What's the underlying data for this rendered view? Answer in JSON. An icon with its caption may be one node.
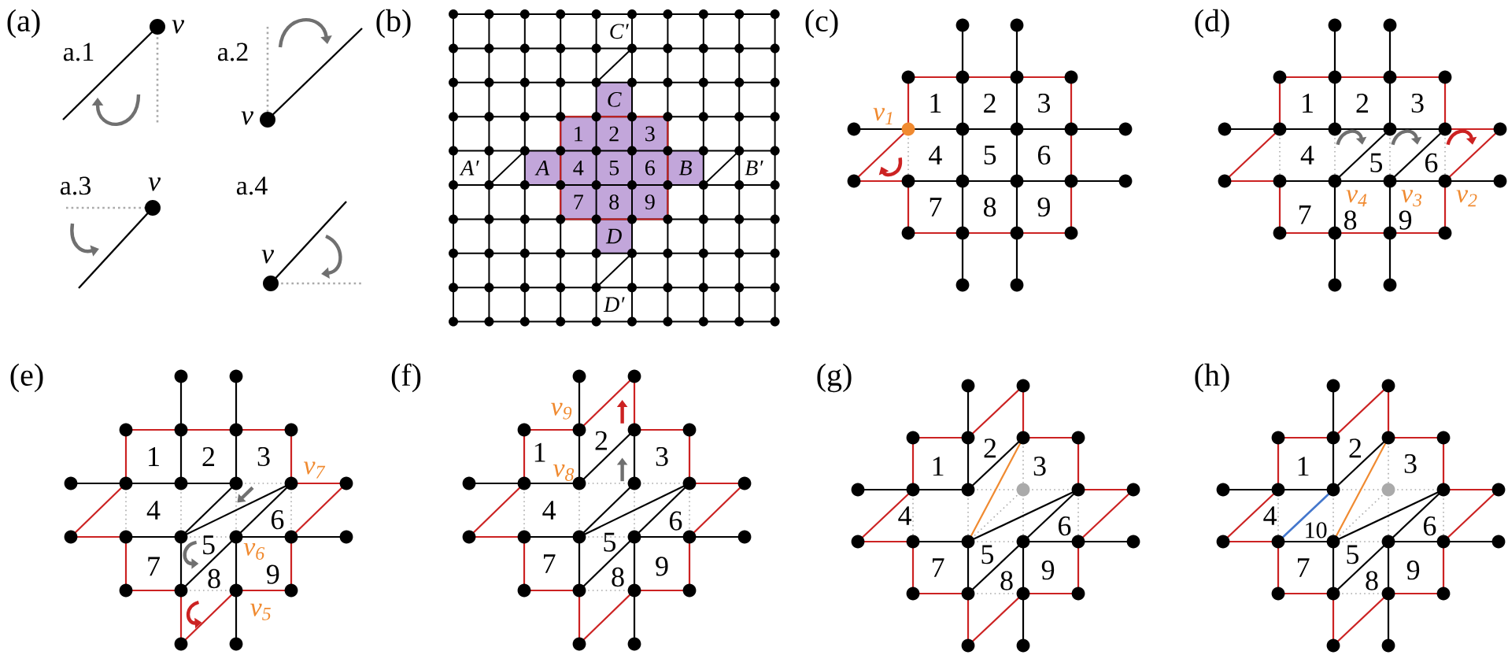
{
  "diagram": {
    "labels": [
      "(a)",
      "a.1",
      "v",
      "a.2",
      "v",
      "a.3",
      "v",
      "a.4",
      "v",
      "(b)",
      "C′",
      "C",
      "1",
      "2",
      "3",
      "A′",
      "A",
      "4",
      "5",
      "6",
      "B",
      "B′",
      "7",
      "8",
      "9",
      "D",
      "D′",
      "(c)",
      "v$_{1}$",
      "1",
      "2",
      "3",
      "4",
      "5",
      "6",
      "7",
      "8",
      "9",
      "(d)",
      "1",
      "2",
      "3",
      "4",
      "5",
      "6",
      "v$_{4}$",
      "v$_{3}$",
      "v$_{2}$",
      "7",
      "8",
      "9",
      "(e)",
      "1",
      "2",
      "3",
      "v$_{7}$",
      "4",
      "6",
      "5",
      "v$_{6}$",
      "7",
      "8",
      "9",
      "v$_{5}$",
      "(f)",
      "v$_{9}$",
      "2",
      "1",
      "v$_{8}$",
      "3",
      "4",
      "6",
      "5",
      "7",
      "9",
      "8",
      "(g)",
      "2",
      "1",
      "3",
      "4",
      "6",
      "5",
      "7",
      "9",
      "8",
      "(h)",
      "2",
      "1",
      "3",
      "4",
      "10",
      "6",
      "5",
      "7",
      "9",
      "8"
    ]
  }
}
